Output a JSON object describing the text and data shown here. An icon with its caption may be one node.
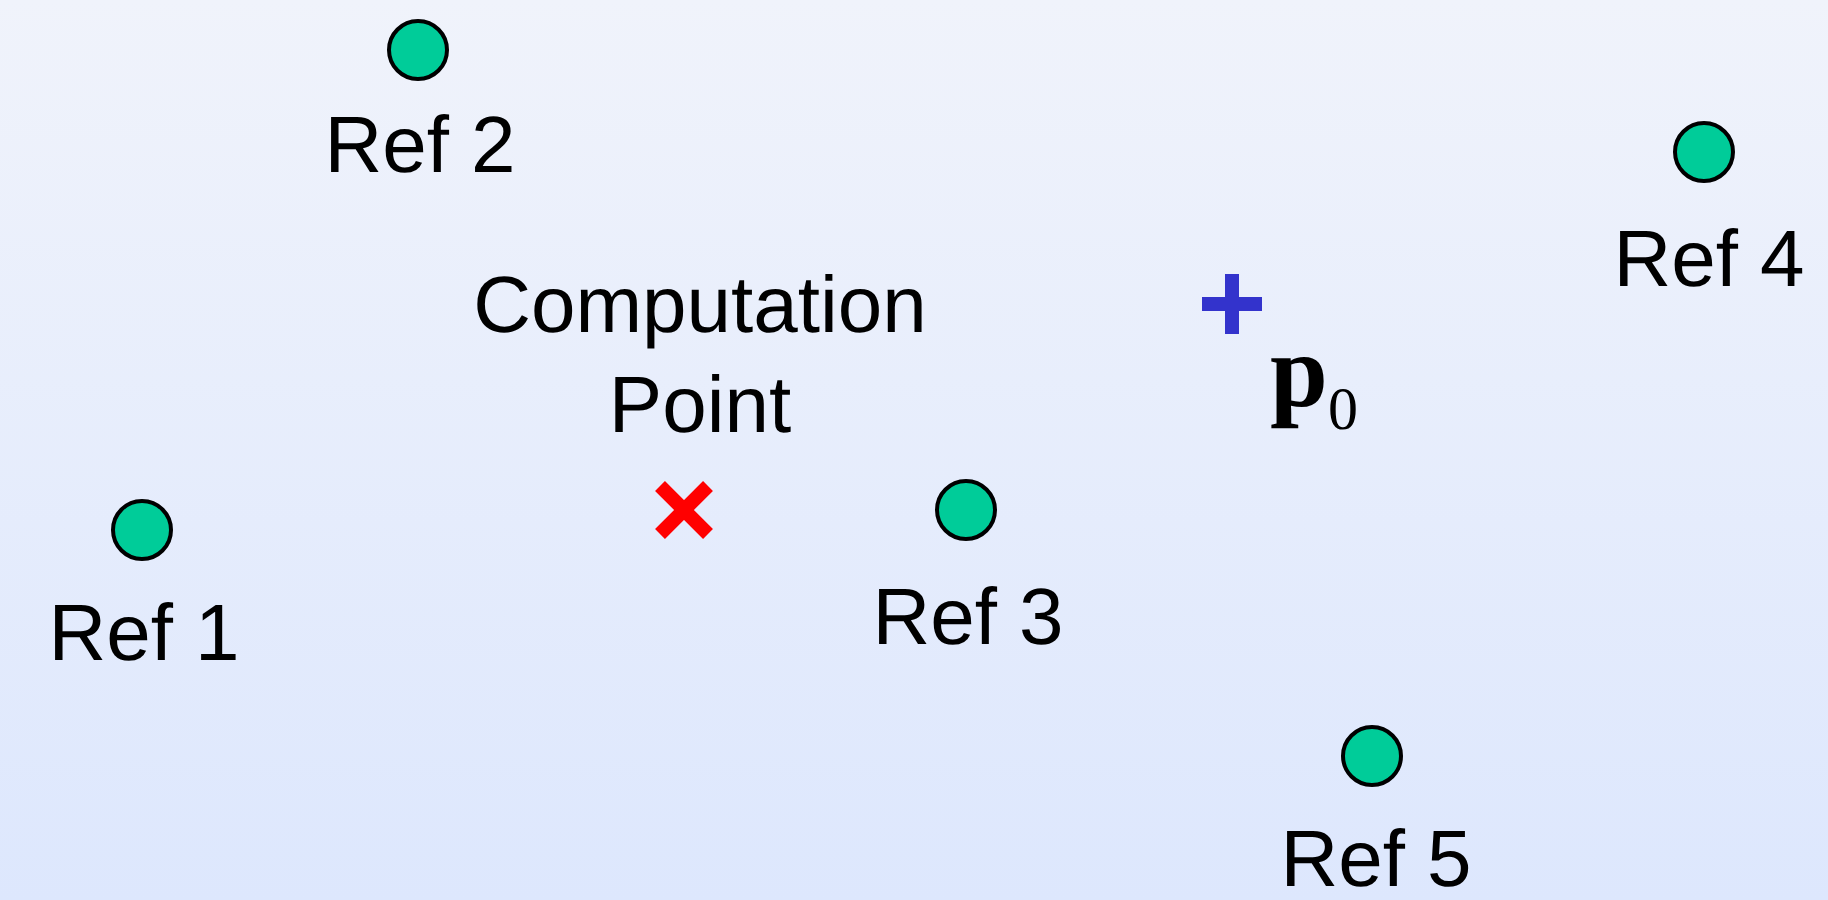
{
  "diagram": {
    "labels": [
      "Ref 2",
      "Ref 4",
      "Computation Point",
      "**p**$_{0}$",
      "Ref 1",
      "Ref 3",
      "Ref 5"
    ]
  }
}
